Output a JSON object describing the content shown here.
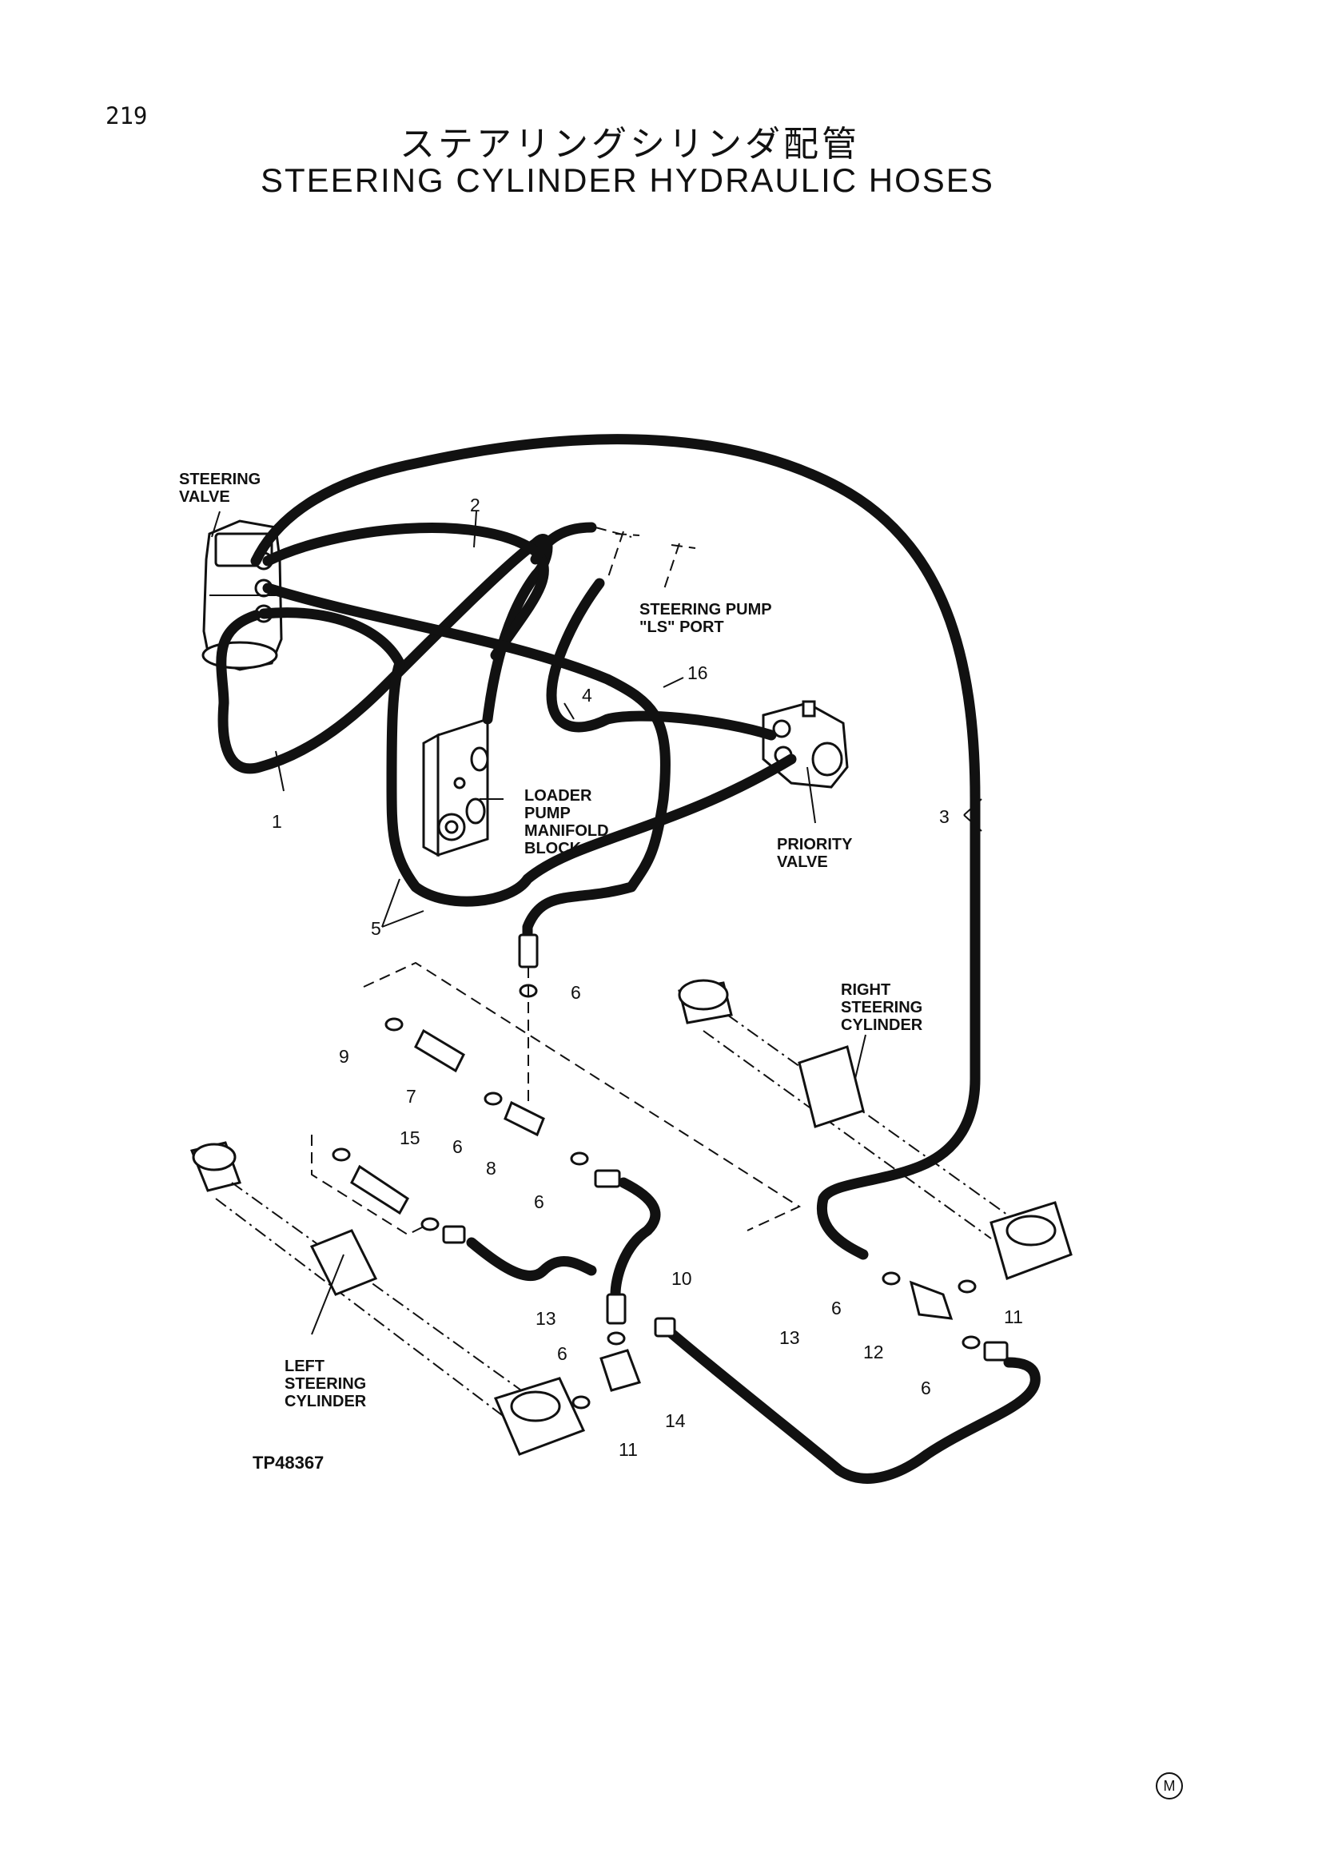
{
  "page": {
    "number": "219"
  },
  "title": {
    "japanese": "ステアリングシリンダ配管",
    "english": "STEERING CYLINDER HYDRAULIC HOSES"
  },
  "labels": {
    "steering_valve": [
      "STEERING",
      "VALVE"
    ],
    "steering_pump": [
      "STEERING PUMP",
      "\"LS\" PORT"
    ],
    "manifold": [
      "LOADER",
      "PUMP",
      "MANIFOLD",
      "BLOCK"
    ],
    "priority_valve": [
      "PRIORITY",
      "VALVE"
    ],
    "right_cylinder": [
      "RIGHT",
      "STEERING",
      "CYLINDER"
    ],
    "left_cylinder": [
      "LEFT",
      "STEERING",
      "CYLINDER"
    ]
  },
  "figure_id": "TP48367",
  "callouts": {
    "c1": "1",
    "c2": "2",
    "c3": "3",
    "c4": "4",
    "c5": "5",
    "c16": "16",
    "c6a": "6",
    "c6b": "6",
    "c6c": "6",
    "c6d": "6",
    "c6e": "6",
    "c6f": "6",
    "c7": "7",
    "c8": "8",
    "c9": "9",
    "c10": "10",
    "c11a": "11",
    "c11b": "11",
    "c12": "12",
    "c13a": "13",
    "c13b": "13",
    "c14": "14",
    "c15": "15"
  },
  "corner_mark": "M"
}
